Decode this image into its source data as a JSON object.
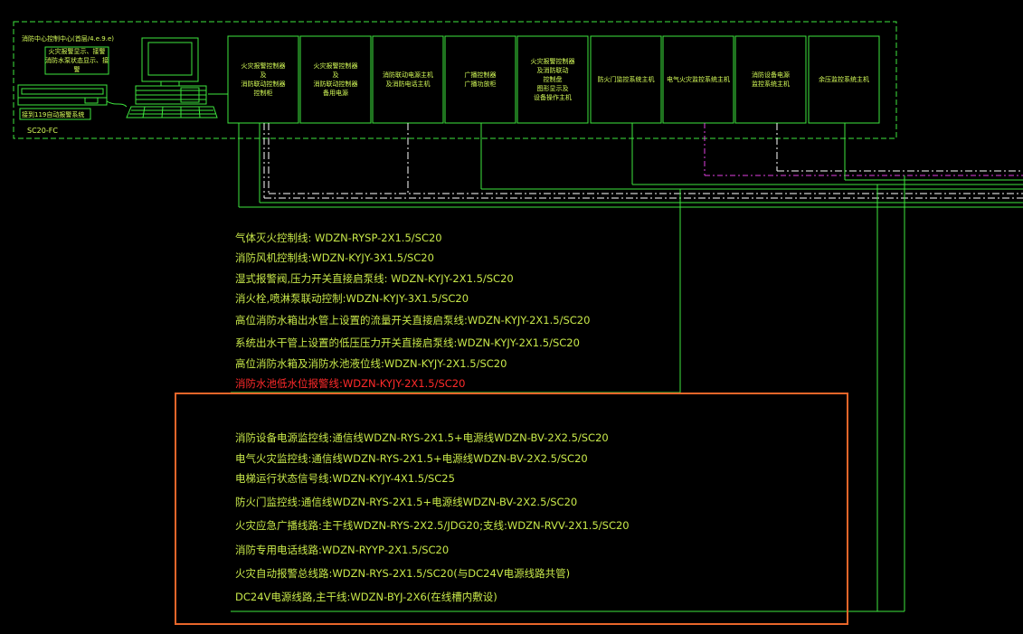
{
  "control_room": {
    "title": "消防中心控制中心(首层/4.e.9.e)",
    "monitor_box_text": "火灾报警显示、接警\n消防水泵状态显示、接警",
    "link_box_text": "接到119自动报警系统",
    "conduit_label": "SC20-FC"
  },
  "modules": [
    {
      "text": "火灾报警控制器\n及\n消防联动控制器\n控制柜"
    },
    {
      "text": "火灾报警控制器\n及\n消防联动控制器\n备用电源"
    },
    {
      "text": "消防联动电源主机\n及消防电话主机"
    },
    {
      "text": "广播控制器\n广播功放柜"
    },
    {
      "text": "火灾报警控制器\n及消防联动\n控制盘\n图形显示及\n设备操作主机"
    },
    {
      "text": "防火门监控系统主机"
    },
    {
      "text": "电气火灾监控系统主机"
    },
    {
      "text": "消防设备电源\n监控系统主机"
    },
    {
      "text": "余压监控系统主机"
    }
  ],
  "cable_lines_upper": [
    {
      "text": "气体灭火控制线: WDZN-RYSP-2X1.5/SC20",
      "highlight": false
    },
    {
      "text": "消防风机控制线:WDZN-KYJY-3X1.5/SC20",
      "highlight": false
    },
    {
      "text": "湿式报警阀,压力开关直接启泵线: WDZN-KYJY-2X1.5/SC20",
      "highlight": false
    },
    {
      "text": "消火栓,喷淋泵联动控制:WDZN-KYJY-3X1.5/SC20",
      "highlight": false
    },
    {
      "text": "高位消防水箱出水管上设置的流量开关直接启泵线:WDZN-KYJY-2X1.5/SC20",
      "highlight": false
    },
    {
      "text": "系统出水干管上设置的低压压力开关直接启泵线:WDZN-KYJY-2X1.5/SC20",
      "highlight": false
    },
    {
      "text": "高位消防水箱及消防水池液位线:WDZN-KYJY-2X1.5/SC20",
      "highlight": false
    },
    {
      "text": "消防水池低水位报警线:WDZN-KYJY-2X1.5/SC20",
      "highlight": true
    }
  ],
  "cable_lines_lower": [
    {
      "text": "消防设备电源监控线:通信线WDZN-RYS-2X1.5+电源线WDZN-BV-2X2.5/SC20"
    },
    {
      "text": "电气火灾监控线:通信线WDZN-RYS-2X1.5+电源线WDZN-BV-2X2.5/SC20"
    },
    {
      "text": "电梯运行状态信号线:WDZN-KYJY-4X1.5/SC25"
    },
    {
      "text": "防火门监控线:通信线WDZN-RYS-2X1.5+电源线WDZN-BV-2X2.5/SC20"
    },
    {
      "text": "火灾应急广播线路:主干线WDZN-RYS-2X2.5/JDG20;支线:WDZN-RVV-2X1.5/SC20"
    },
    {
      "text": "消防专用电话线路:WDZN-RYYP-2X1.5/SC20"
    },
    {
      "text": "火灾自动报警总线路:WDZN-RYS-2X1.5/SC20(与DC24V电源线路共管)"
    },
    {
      "text": "DC24V电源线路,主干线:WDZN-BYJ-2X6(在线槽内敷设)"
    }
  ],
  "colors": {
    "line": "#3ee63e",
    "text": "#c8e84a",
    "highlight": "#ff2a2a",
    "frame": "#e8662a",
    "magenta": "#e040e0"
  }
}
